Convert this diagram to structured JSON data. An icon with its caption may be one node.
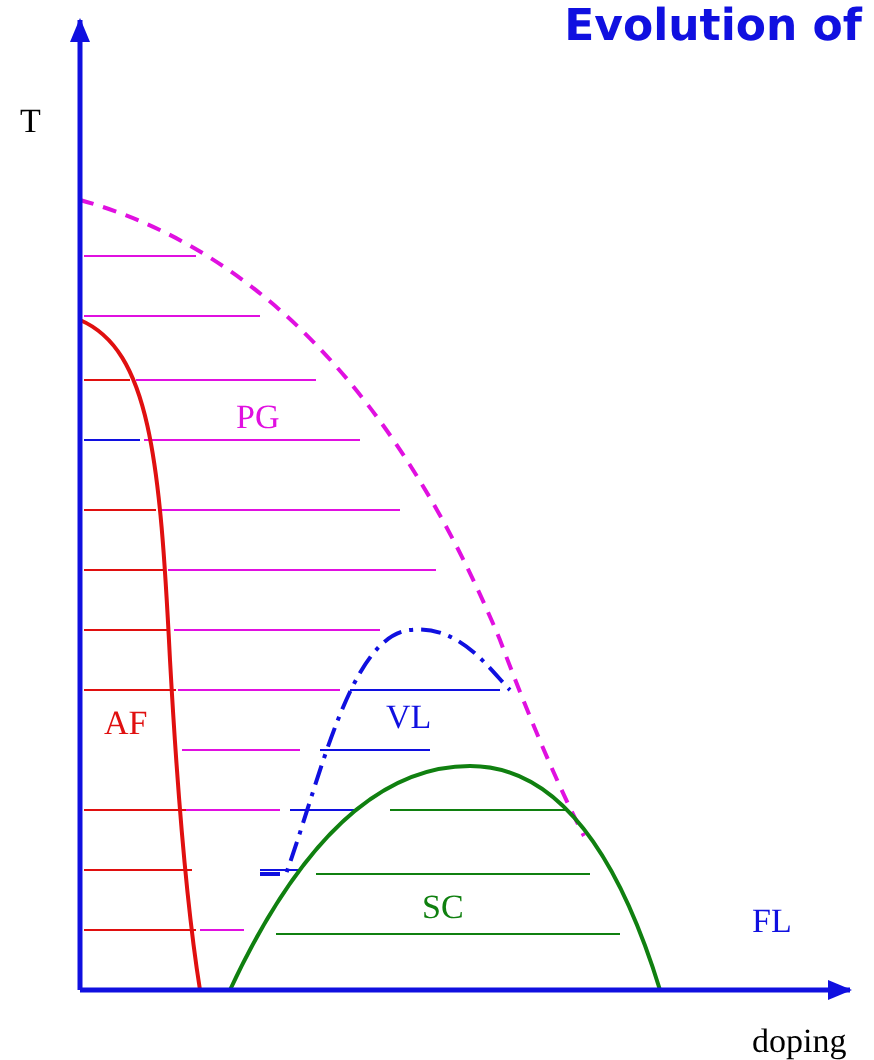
{
  "diagram": {
    "title": "Evolution of",
    "labels": [
      "T",
      "PG",
      "AF",
      "VL",
      "SC",
      "FL",
      "doping"
    ]
  }
}
